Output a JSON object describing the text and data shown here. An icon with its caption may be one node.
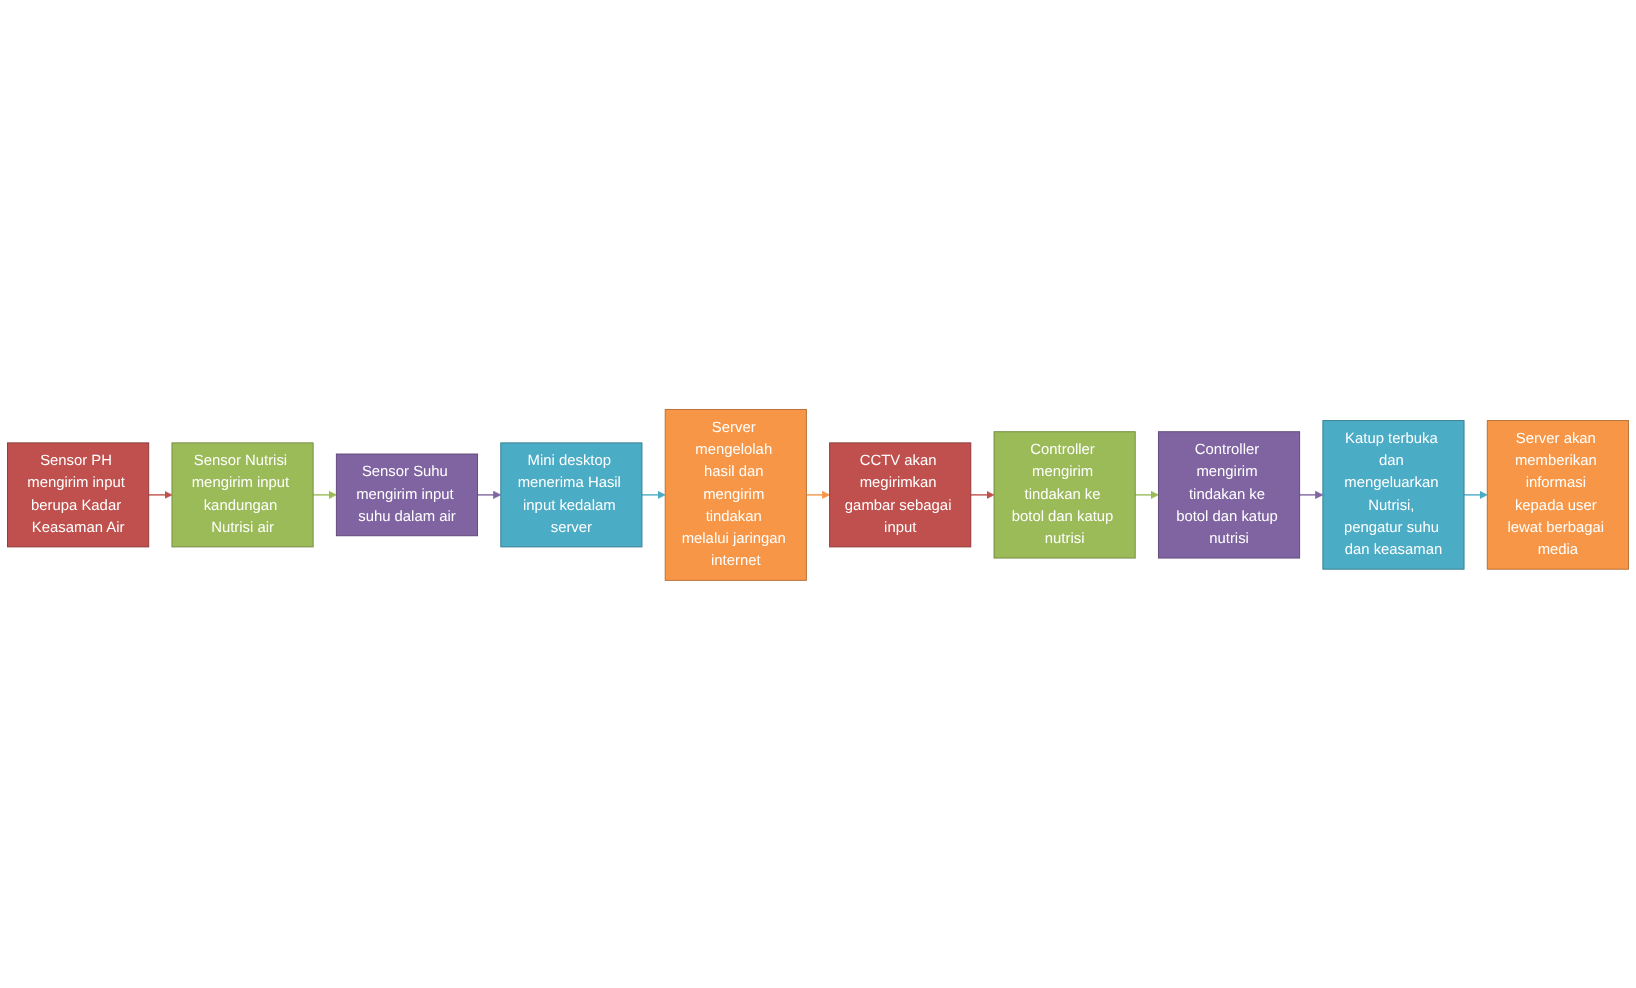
{
  "diagram": {
    "nodes": [
      {
        "text": [
          "Sensor PH mengirim input berupa Kadar Keasaman Air"
        ]
      },
      {
        "text": [
          "Sensor Nutrisi mengirim input kandungan Nutrisi air"
        ]
      },
      {
        "text": [
          "Sensor Suhu mengirim input suhu dalam air"
        ]
      },
      {
        "text": [
          "Mini desktop menerima Hasil input kedalam server"
        ]
      },
      {
        "text": [
          "Server mengelolah hasil dan mengirim tindakan melalui jaringan internet"
        ]
      },
      {
        "text": [
          "CCTV akan megirimkan gambar sebagai input"
        ]
      },
      {
        "text": [
          "Controller mengirim tindakan ke botol dan katup nutrisi"
        ]
      },
      {
        "text": [
          "Controller mengirim tindakan ke botol dan katup nutrisi"
        ]
      },
      {
        "text": [
          "Katup terbuka dan mengeluarkan Nutrisi, pengatur suhu dan keasaman"
        ]
      },
      {
        "text": [
          "Server akan memberikan informasi kepada user lewat berbagai media"
        ]
      }
    ],
    "edges": [
      {
        "from": 0,
        "to": 1,
        "arrow": "to",
        "color": "#c0504d"
      },
      {
        "from": 1,
        "to": 2,
        "arrow": "to",
        "color": "#9bbb59"
      },
      {
        "from": 2,
        "to": 3,
        "arrow": "to",
        "color": "#8064a2"
      },
      {
        "from": 3,
        "to": 4,
        "arrow": "to",
        "color": "#4bacc6"
      },
      {
        "from": 4,
        "to": 5,
        "arrow": "to",
        "color": "#f79646"
      },
      {
        "from": 5,
        "to": 6,
        "arrow": "to",
        "color": "#c0504d"
      },
      {
        "from": 6,
        "to": 7,
        "arrow": "to",
        "color": "#9bbb59"
      },
      {
        "from": 7,
        "to": 8,
        "arrow": "to",
        "color": "#8064a2"
      },
      {
        "from": 8,
        "to": 9,
        "arrow": "to",
        "color": "#4bacc6"
      }
    ]
  }
}
